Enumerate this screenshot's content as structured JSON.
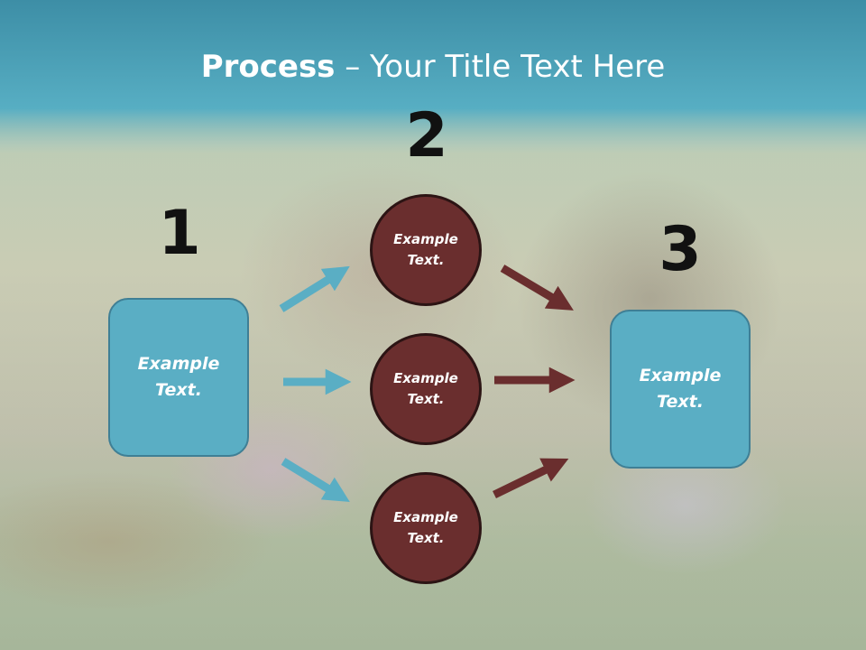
{
  "title": {
    "bold": "Process",
    "rest": " – Your Title Text Here"
  },
  "steps": [
    {
      "number": "1",
      "text": "Example\nText."
    },
    {
      "number": "2",
      "items": [
        "Example\nText.",
        "Example\nText.",
        "Example\nText."
      ]
    },
    {
      "number": "3",
      "text": "Example\nText."
    }
  ],
  "colors": {
    "header": "#57aec3",
    "box_fill": "#5aaec4",
    "box_border": "#3f7f95",
    "circle_fill": "#6a2e2e",
    "arrow_blue": "#5aaec4",
    "arrow_brown": "#6a2e2e"
  }
}
